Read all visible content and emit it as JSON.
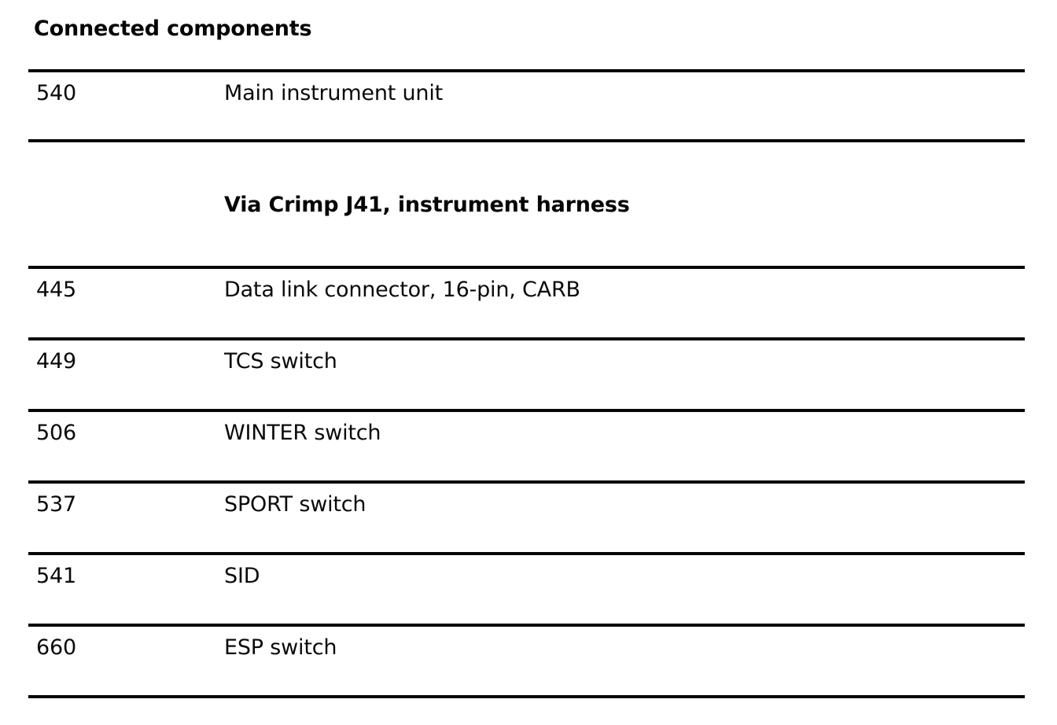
{
  "page": {
    "title": "Connected components",
    "text_color": "#0a0a0a",
    "background_color": "#ffffff",
    "rule_color": "#060606"
  },
  "table": {
    "section_note": "Via Crimp J41, instrument harness",
    "main_rows": [
      {
        "code": "540",
        "description": "Main instrument unit"
      }
    ],
    "harness_rows": [
      {
        "code": "445",
        "description": "Data link connector, 16-pin, CARB"
      },
      {
        "code": "449",
        "description": "TCS switch"
      },
      {
        "code": "506",
        "description": "WINTER switch"
      },
      {
        "code": "537",
        "description": "SPORT switch"
      },
      {
        "code": "541",
        "description": "SID"
      },
      {
        "code": "660",
        "description": "ESP switch"
      }
    ]
  }
}
